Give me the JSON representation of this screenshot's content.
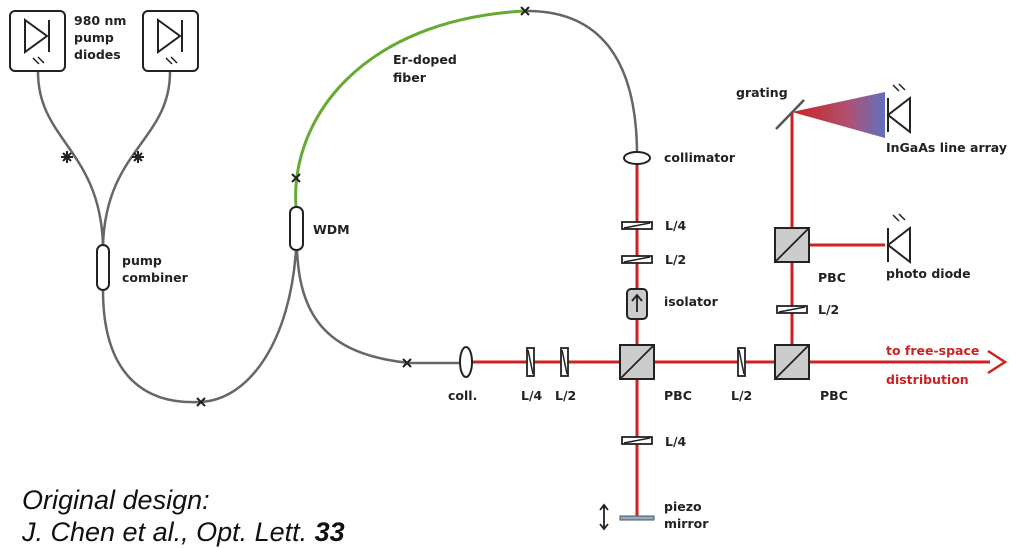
{
  "labels": {
    "diodes": [
      "980 nm",
      "pump",
      "diodes"
    ],
    "pump_combiner": [
      "pump",
      "combiner"
    ],
    "er_fiber": [
      "Er-doped",
      "fiber"
    ],
    "wdm": "WDM",
    "collimator": "collimator",
    "l4_upper": "L/4",
    "l2_upper": "L/2",
    "isolator": "isolator",
    "coll": "coll.",
    "l4_mid": "L/4",
    "l2_mid": "L/2",
    "pbc_center": "PBC",
    "l2_right": "L/2",
    "pbc_right": "PBC",
    "l4_lower": "L/4",
    "piezo_mirror": [
      "piezo",
      "mirror"
    ],
    "grating": "grating",
    "ingaas": "InGaAs line array",
    "pbc_upper": "PBC",
    "l2_upper_right": "L/2",
    "photo_diode": "photo diode",
    "output": [
      "to free-space",
      "distribution"
    ]
  },
  "credit": {
    "line1": "Original design:",
    "line2_prefix": "J. Chen et al., Opt. Lett. ",
    "line2_volume": "33"
  },
  "colors": {
    "fiber": "#666666",
    "doped_fiber": "#66aa33",
    "beam": "#cc2222",
    "component": "#cccccc",
    "outline": "#222222"
  }
}
